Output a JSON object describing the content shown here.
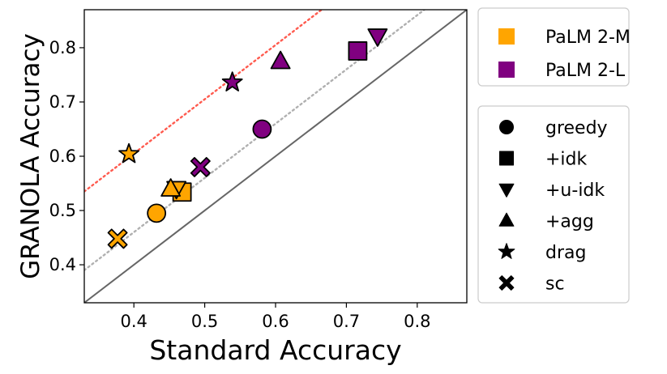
{
  "chart_data": {
    "type": "scatter",
    "title": "",
    "xlabel": "Standard Accuracy",
    "ylabel": "GRANOLA Accuracy",
    "xlim": [
      0.33,
      0.87
    ],
    "ylim": [
      0.33,
      0.87
    ],
    "xticks": [
      0.4,
      0.5,
      0.6,
      0.7,
      0.8
    ],
    "yticks": [
      0.4,
      0.5,
      0.6,
      0.7,
      0.8
    ],
    "xtick_labels": [
      "0.4",
      "0.5",
      "0.6",
      "0.7",
      "0.8"
    ],
    "ytick_labels": [
      "0.4",
      "0.5",
      "0.6",
      "0.7",
      "0.8"
    ],
    "grid": false,
    "reference_lines": [
      {
        "kind": "identity",
        "slope": 1,
        "intercept": 0,
        "color": "#666666",
        "style": "solid"
      },
      {
        "kind": "reference",
        "slope": 1,
        "intercept": 0.06,
        "color": "#b0b0b0",
        "style": "dotted"
      },
      {
        "kind": "reference",
        "slope": 1,
        "intercept": 0.205,
        "color": "#ff5a4e",
        "style": "dotted"
      }
    ],
    "model_legend": {
      "placement": "top-right",
      "entries": [
        {
          "name": "PaLM 2-M",
          "color": "#ffa500"
        },
        {
          "name": "PaLM 2-L",
          "color": "#800080"
        }
      ]
    },
    "method_legend": {
      "placement": "right",
      "entries": [
        {
          "name": "greedy",
          "marker": "circle"
        },
        {
          "name": "+idk",
          "marker": "square"
        },
        {
          "name": "+u-idk",
          "marker": "triangle-down"
        },
        {
          "name": "+agg",
          "marker": "triangle-up"
        },
        {
          "name": "drag",
          "marker": "star"
        },
        {
          "name": "sc",
          "marker": "x"
        }
      ]
    },
    "series": [
      {
        "name": "PaLM 2-M",
        "color": "#ffa500",
        "points": [
          {
            "method": "greedy",
            "x": 0.432,
            "y": 0.495
          },
          {
            "method": "+idk",
            "x": 0.468,
            "y": 0.534
          },
          {
            "method": "+u-idk",
            "x": 0.46,
            "y": 0.54
          },
          {
            "method": "+agg",
            "x": 0.452,
            "y": 0.54
          },
          {
            "method": "drag",
            "x": 0.393,
            "y": 0.604
          },
          {
            "method": "sc",
            "x": 0.377,
            "y": 0.448
          }
        ]
      },
      {
        "name": "PaLM 2-L",
        "color": "#800080",
        "points": [
          {
            "method": "greedy",
            "x": 0.581,
            "y": 0.65
          },
          {
            "method": "+idk",
            "x": 0.716,
            "y": 0.794
          },
          {
            "method": "+u-idk",
            "x": 0.744,
            "y": 0.821
          },
          {
            "method": "+agg",
            "x": 0.607,
            "y": 0.775
          },
          {
            "method": "drag",
            "x": 0.539,
            "y": 0.736
          },
          {
            "method": "sc",
            "x": 0.494,
            "y": 0.58
          }
        ]
      }
    ]
  }
}
